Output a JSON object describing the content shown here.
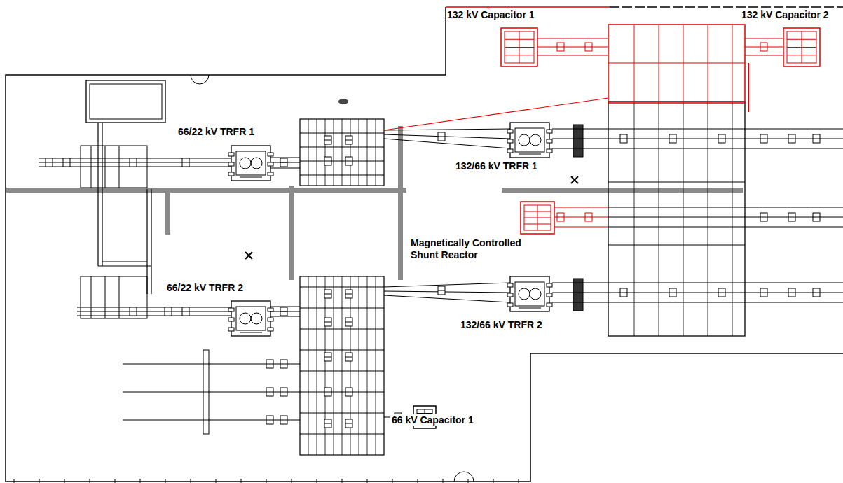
{
  "diagram": {
    "labels": [
      "132 kV Capacitor 1",
      "132 kV Capacitor 2",
      "66/22 kV TRFR 1",
      "132/66 kV TRFR 1",
      "Magnetically Controlled Shunt Reactor",
      "66/22 kV TRFR 2",
      "132/66 kV TRFR 2",
      "66 kV Capacitor 1"
    ]
  }
}
